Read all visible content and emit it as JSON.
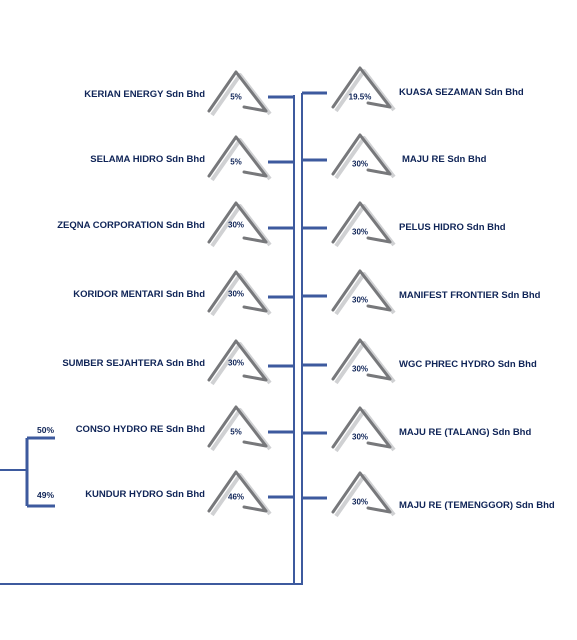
{
  "diagram": {
    "colors": {
      "line": "#3d5a9e",
      "text": "#0f2457",
      "triangle_dark": "#77787b",
      "triangle_light": "#d0d1d3"
    },
    "left_entities": [
      {
        "name": "KERIAN ENERGY Sdn Bhd",
        "percent": "5%"
      },
      {
        "name": "SELAMA HIDRO Sdn Bhd",
        "percent": "5%"
      },
      {
        "name": "ZEQNA CORPORATION Sdn Bhd",
        "percent": "30%"
      },
      {
        "name": "KORIDOR MENTARI Sdn Bhd",
        "percent": "30%"
      },
      {
        "name": "SUMBER SEJAHTERA Sdn Bhd",
        "percent": "30%"
      },
      {
        "name": "CONSO HYDRO RE Sdn Bhd",
        "percent": "5%",
        "outer_percent": "50%"
      },
      {
        "name": "KUNDUR HYDRO Sdn Bhd",
        "percent": "46%",
        "outer_percent": "49%"
      }
    ],
    "right_entities": [
      {
        "name": "KUASA SEZAMAN Sdn Bhd",
        "percent": "19.5%"
      },
      {
        "name": "MAJU RE Sdn Bhd",
        "percent": "30%"
      },
      {
        "name": "PELUS HIDRO Sdn Bhd",
        "percent": "30%"
      },
      {
        "name": "MANIFEST  FRONTIER Sdn Bhd",
        "percent": "30%"
      },
      {
        "name": "WGC PHREC HYDRO Sdn Bhd",
        "percent": "30%"
      },
      {
        "name": "MAJU RE (TALANG) Sdn Bhd",
        "percent": "30%"
      },
      {
        "name": "MAJU RE (TEMENGGOR) Sdn Bhd",
        "percent": "30%"
      }
    ]
  }
}
